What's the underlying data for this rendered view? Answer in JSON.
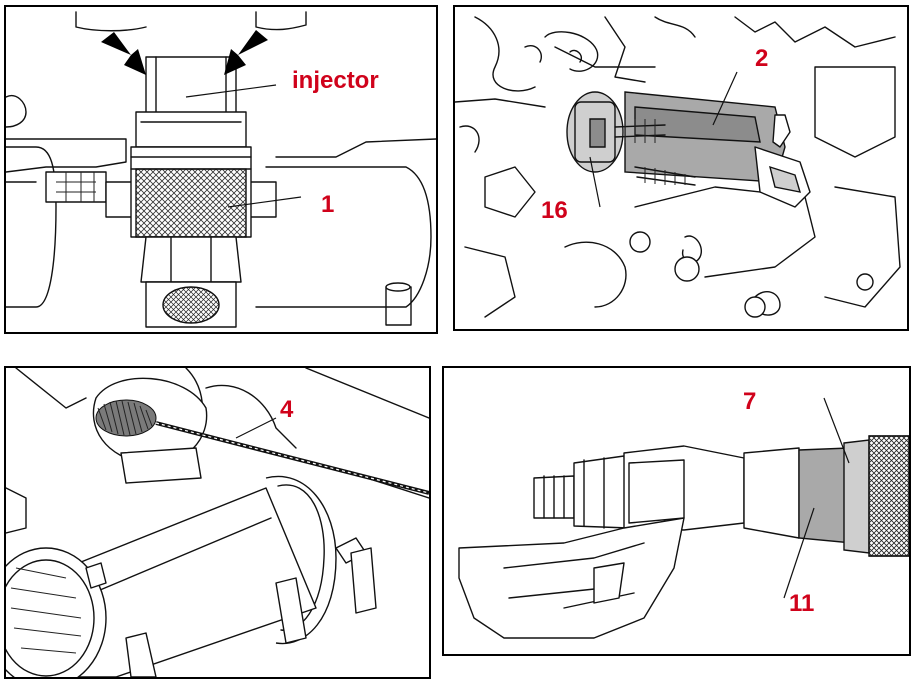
{
  "label_color": "#d0021b",
  "panels": [
    {
      "callouts": {
        "injector": "injector",
        "part": "1"
      }
    },
    {
      "callouts": {
        "tool": "2",
        "bolt": "16"
      }
    },
    {
      "callouts": {
        "brush": "4"
      }
    },
    {
      "callouts": {
        "nut": "7",
        "sleeve": "11"
      }
    }
  ]
}
